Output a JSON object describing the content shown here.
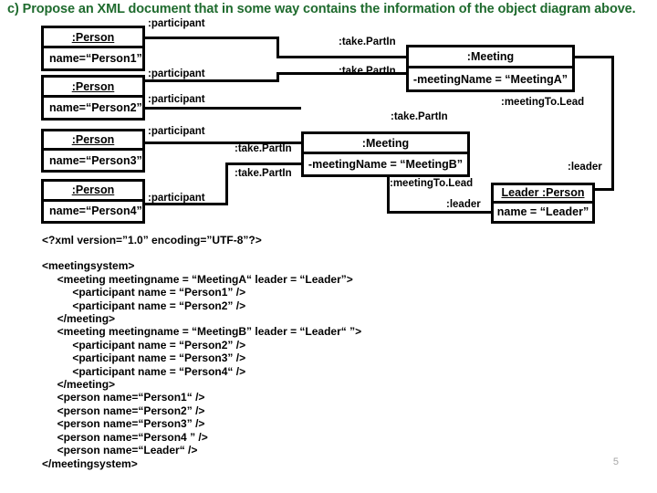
{
  "slide": {
    "title": "c) Propose an XML document that in some way contains the information of the object diagram above.",
    "page_number": "5",
    "title_color": "#1F6B2E",
    "page_number_color": "#A6A6A6"
  },
  "diagram": {
    "type": "uml-object-diagram",
    "objects": [
      {
        "id": "person1",
        "name": ":Person",
        "attribute": "name=“Person1”",
        "underlined": true
      },
      {
        "id": "person2",
        "name": ":Person",
        "attribute": "name=“Person2”",
        "underlined": true
      },
      {
        "id": "person3",
        "name": ":Person",
        "attribute": "name=“Person3”",
        "underlined": true
      },
      {
        "id": "person4",
        "name": ":Person",
        "attribute": "name=“Person4”",
        "underlined": true
      },
      {
        "id": "meetingA",
        "name": ":Meeting",
        "attribute": "-meetingName = “MeetingA”",
        "underlined": false
      },
      {
        "id": "meetingB",
        "name": ":Meeting",
        "attribute": "-meetingName = “MeetingB”",
        "underlined": false
      },
      {
        "id": "leader",
        "name": "Leader :Person",
        "attribute": "name = “Leader”",
        "underlined": true
      }
    ],
    "edge_labels": {
      "participant_1": ":participant",
      "participant_2": ":participant",
      "participant_3": ":participant",
      "participant_4": ":participant",
      "participant_5": ":participant",
      "takePartIn_1": ":take.PartIn",
      "takePartIn_2": ":take.PartIn",
      "takePartIn_3": ":take.PartIn",
      "takePartIn_4": ":take.PartIn",
      "takePartIn_5": ":take.PartIn",
      "meetingToLead_1": ":meetingTo.Lead",
      "meetingToLead_2": ":meetingTo.Lead",
      "leader_1": ":leader",
      "leader_2": ":leader"
    }
  },
  "xml": {
    "lines": [
      "<?xml version=”1.0” encoding=”UTF-8”?>",
      "",
      "<meetingsystem>",
      "     <meeting meetingname = “MeetingA“ leader = “Leader”>",
      "          <participant name = “Person1” />",
      "          <participant name = “Person2” />",
      "     </meeting>",
      "     <meeting meetingname = “MeetingB” leader = “Leader“ ”>",
      "          <participant name = “Person2” />",
      "          <participant name = “Person3” />",
      "          <participant name = “Person4“ />",
      "     </meeting>",
      "     <person name=“Person1“ />",
      "     <person name=“Person2” />",
      "     <person name=“Person3” />",
      "     <person name=“Person4 ” />",
      "     <person name=“Leader“ />",
      "</meetingsystem>"
    ]
  }
}
